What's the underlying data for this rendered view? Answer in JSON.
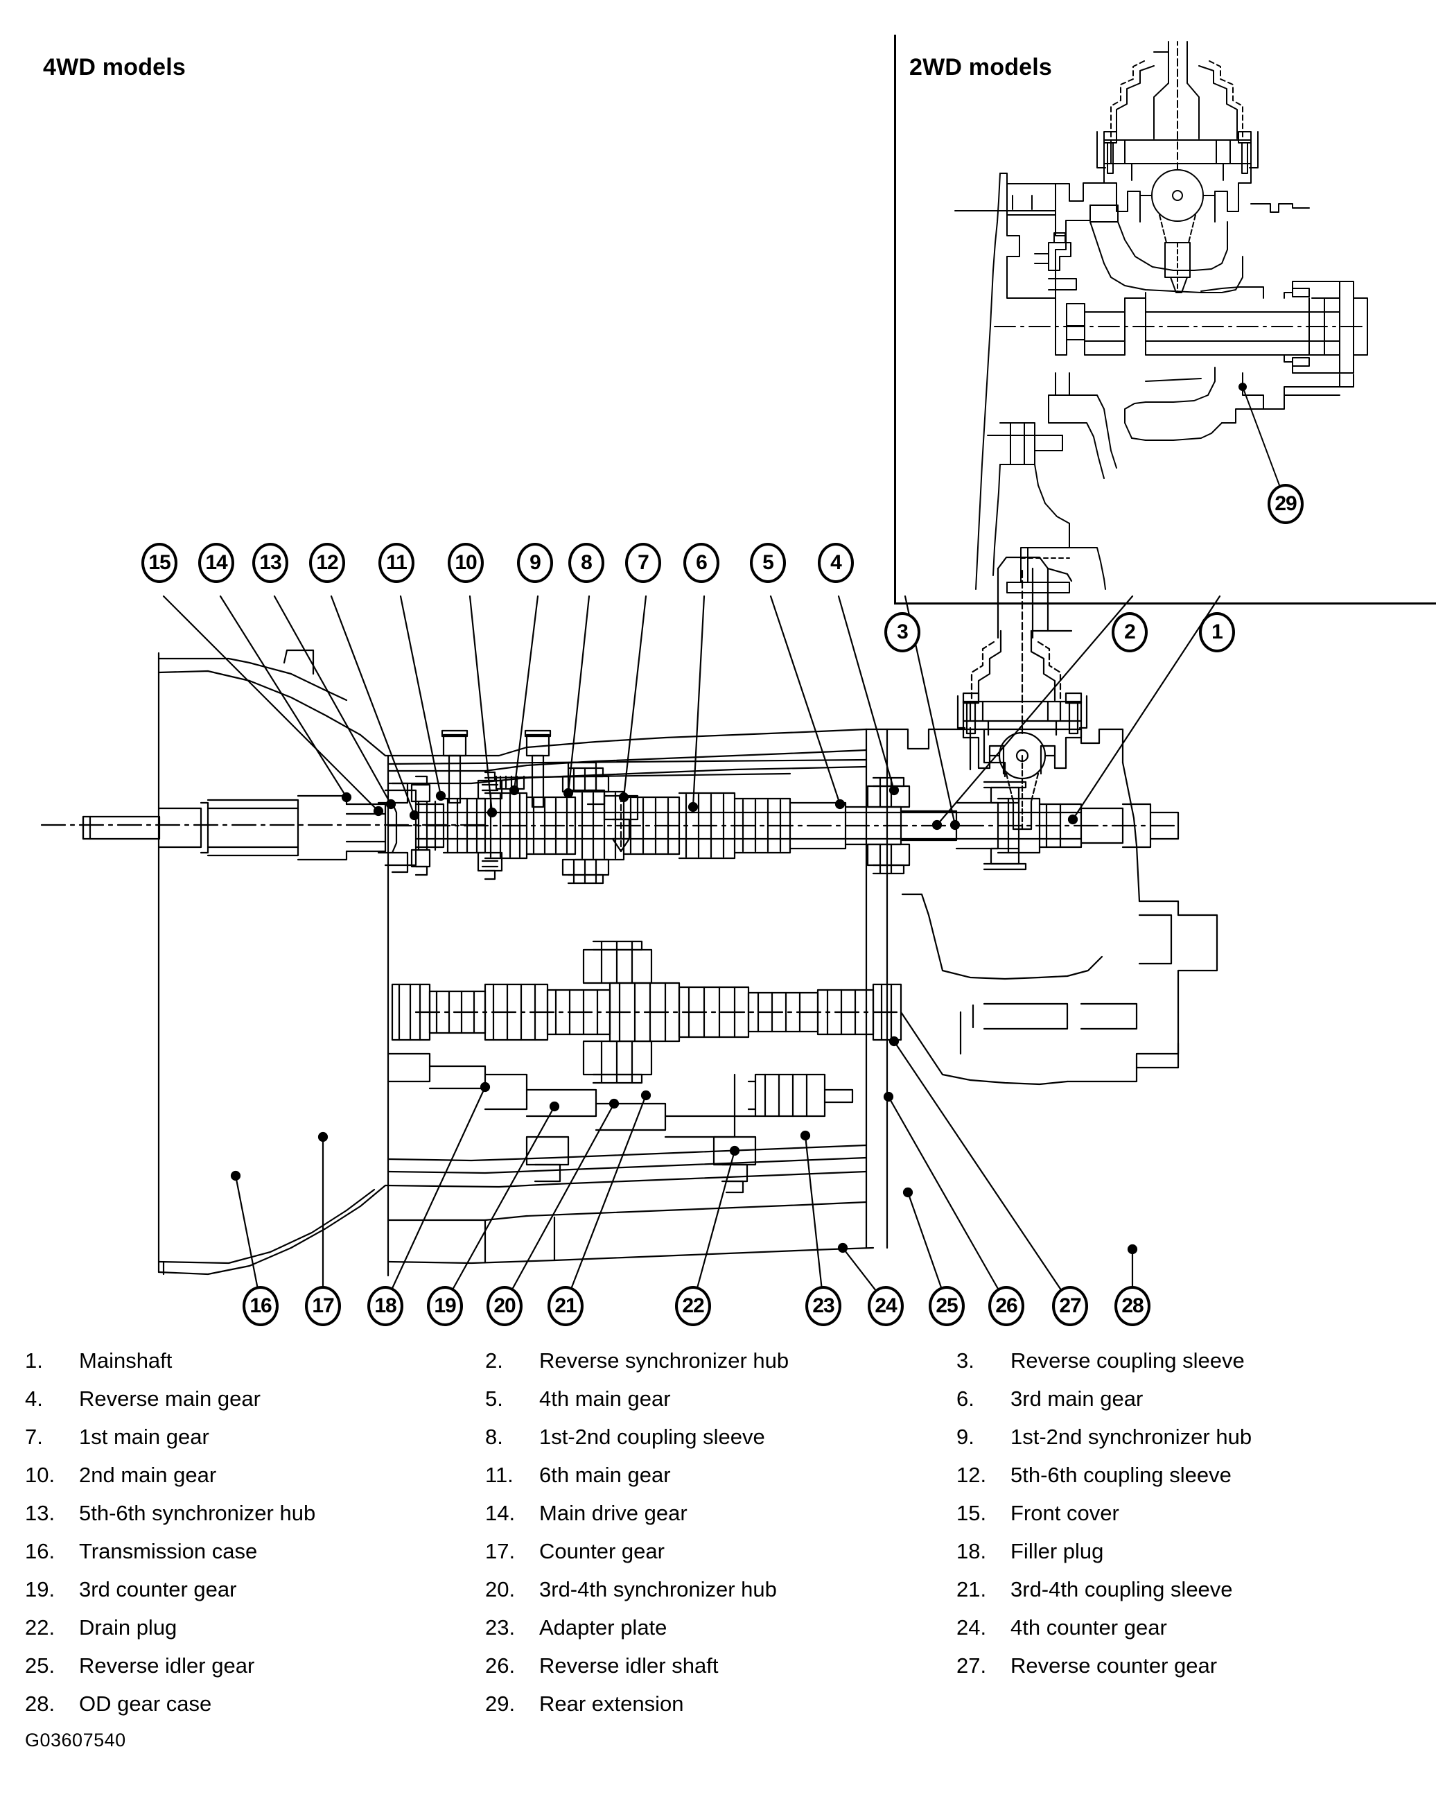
{
  "headings": {
    "left": "4WD models",
    "right": "2WD models"
  },
  "inset_2wd": {
    "callout": "29"
  },
  "main_diagram": {
    "top_callouts": [
      "15",
      "14",
      "13",
      "12",
      "11",
      "10",
      "9",
      "8",
      "7",
      "6",
      "5",
      "4"
    ],
    "right_callouts": [
      "3",
      "2",
      "1"
    ],
    "bottom_callouts": [
      "16",
      "17",
      "18",
      "19",
      "20",
      "21",
      "22",
      "23",
      "24",
      "25",
      "26",
      "27",
      "28"
    ]
  },
  "legend": [
    [
      {
        "num": "1.",
        "text": "Mainshaft"
      },
      {
        "num": "2.",
        "text": "Reverse synchronizer hub"
      },
      {
        "num": "3.",
        "text": "Reverse coupling sleeve"
      }
    ],
    [
      {
        "num": "4.",
        "text": "Reverse main gear"
      },
      {
        "num": "5.",
        "text": "4th main gear"
      },
      {
        "num": "6.",
        "text": "3rd main gear"
      }
    ],
    [
      {
        "num": "7.",
        "text": "1st main gear"
      },
      {
        "num": "8.",
        "text": "1st-2nd coupling sleeve"
      },
      {
        "num": "9.",
        "text": "1st-2nd synchronizer hub"
      }
    ],
    [
      {
        "num": "10.",
        "text": "2nd main gear"
      },
      {
        "num": "11.",
        "text": "6th main gear"
      },
      {
        "num": "12.",
        "text": "5th-6th coupling sleeve"
      }
    ],
    [
      {
        "num": "13.",
        "text": "5th-6th synchronizer hub"
      },
      {
        "num": "14.",
        "text": "Main drive gear"
      },
      {
        "num": "15.",
        "text": "Front cover"
      }
    ],
    [
      {
        "num": "16.",
        "text": "Transmission case"
      },
      {
        "num": "17.",
        "text": "Counter gear"
      },
      {
        "num": "18.",
        "text": "Filler plug"
      }
    ],
    [
      {
        "num": "19.",
        "text": "3rd counter gear"
      },
      {
        "num": "20.",
        "text": "3rd-4th synchronizer hub"
      },
      {
        "num": "21.",
        "text": "3rd-4th coupling sleeve"
      }
    ],
    [
      {
        "num": "22.",
        "text": "Drain plug"
      },
      {
        "num": "23.",
        "text": "Adapter plate"
      },
      {
        "num": "24.",
        "text": "4th counter gear"
      }
    ],
    [
      {
        "num": "25.",
        "text": "Reverse idler gear"
      },
      {
        "num": "26.",
        "text": "Reverse idler shaft"
      },
      {
        "num": "27.",
        "text": "Reverse counter gear"
      }
    ],
    [
      {
        "num": "28.",
        "text": "OD gear case"
      },
      {
        "num": "29.",
        "text": "Rear extension"
      },
      {
        "num": "",
        "text": ""
      }
    ]
  ],
  "footer_code": "G03607540",
  "colors": {
    "line": "#000000",
    "background": "#ffffff"
  }
}
